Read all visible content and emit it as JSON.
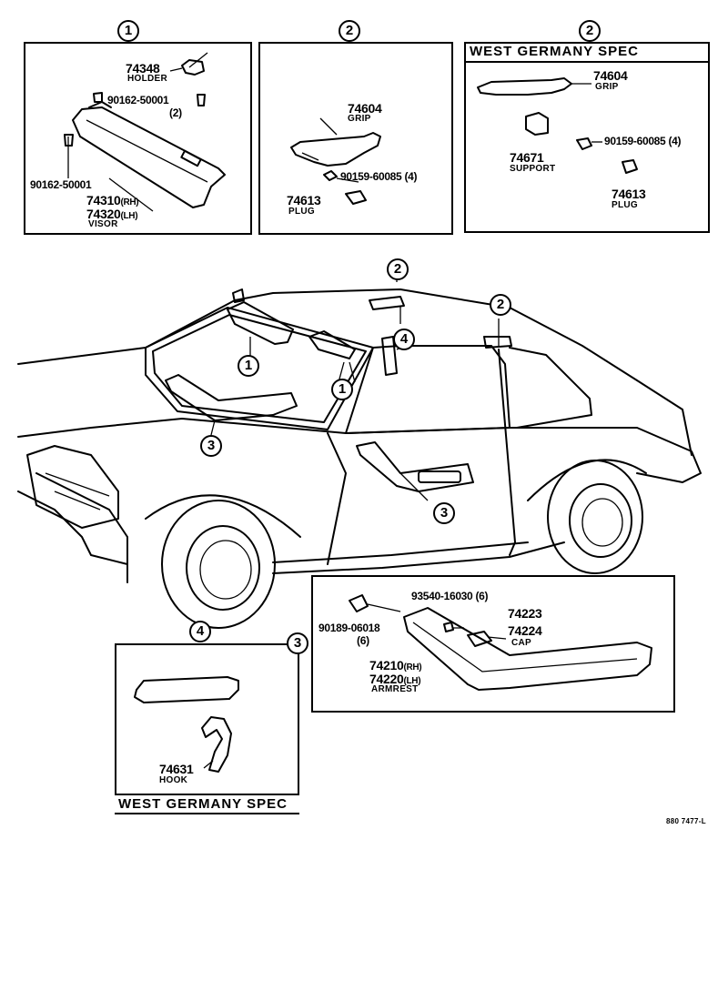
{
  "markers": {
    "p1": "1",
    "p2a": "2",
    "p2b": "2",
    "c2a": "2",
    "c2b": "2",
    "c4": "4",
    "c1a": "1",
    "c1b": "1",
    "c3a": "3",
    "c3b": "3",
    "p4": "4",
    "p3": "3"
  },
  "panel1": {
    "holder_no": "74348",
    "holder_name": "HOLDER",
    "screw_no": "90162-50001",
    "screw_qty": "(2)",
    "screw2_no": "90162-50001",
    "visor_rh": "74310",
    "rh": "(RH)",
    "visor_lh": "74320",
    "lh": "(LH)",
    "visor_name": "VISOR"
  },
  "panel2": {
    "grip_no": "74604",
    "grip_name": "GRIP",
    "screw_no": "90159-60085 (4)",
    "plug_no": "74613",
    "plug_name": "PLUG"
  },
  "panel2wg": {
    "title": "WEST GERMANY SPEC",
    "grip_no": "74604",
    "grip_name": "GRIP",
    "support_no": "74671",
    "support_name": "SUPPORT",
    "screw_no": "90159-60085 (4)",
    "plug_no": "74613",
    "plug_name": "PLUG"
  },
  "panel4": {
    "hook_no": "74631",
    "hook_name": "HOOK",
    "title": "WEST GERMANY SPEC"
  },
  "panel3": {
    "screw_no": "93540-16030 (6)",
    "clip_no": "90189-06018",
    "clip_qty": "(6)",
    "cap_rh": "74223",
    "cap_lh": "74224",
    "cap_name": "CAP",
    "arm_rh": "74210",
    "rh": "(RH)",
    "arm_lh": "74220",
    "lh": "(LH)",
    "arm_name": "ARMREST"
  },
  "footer": {
    "code": "880 7477-L"
  }
}
